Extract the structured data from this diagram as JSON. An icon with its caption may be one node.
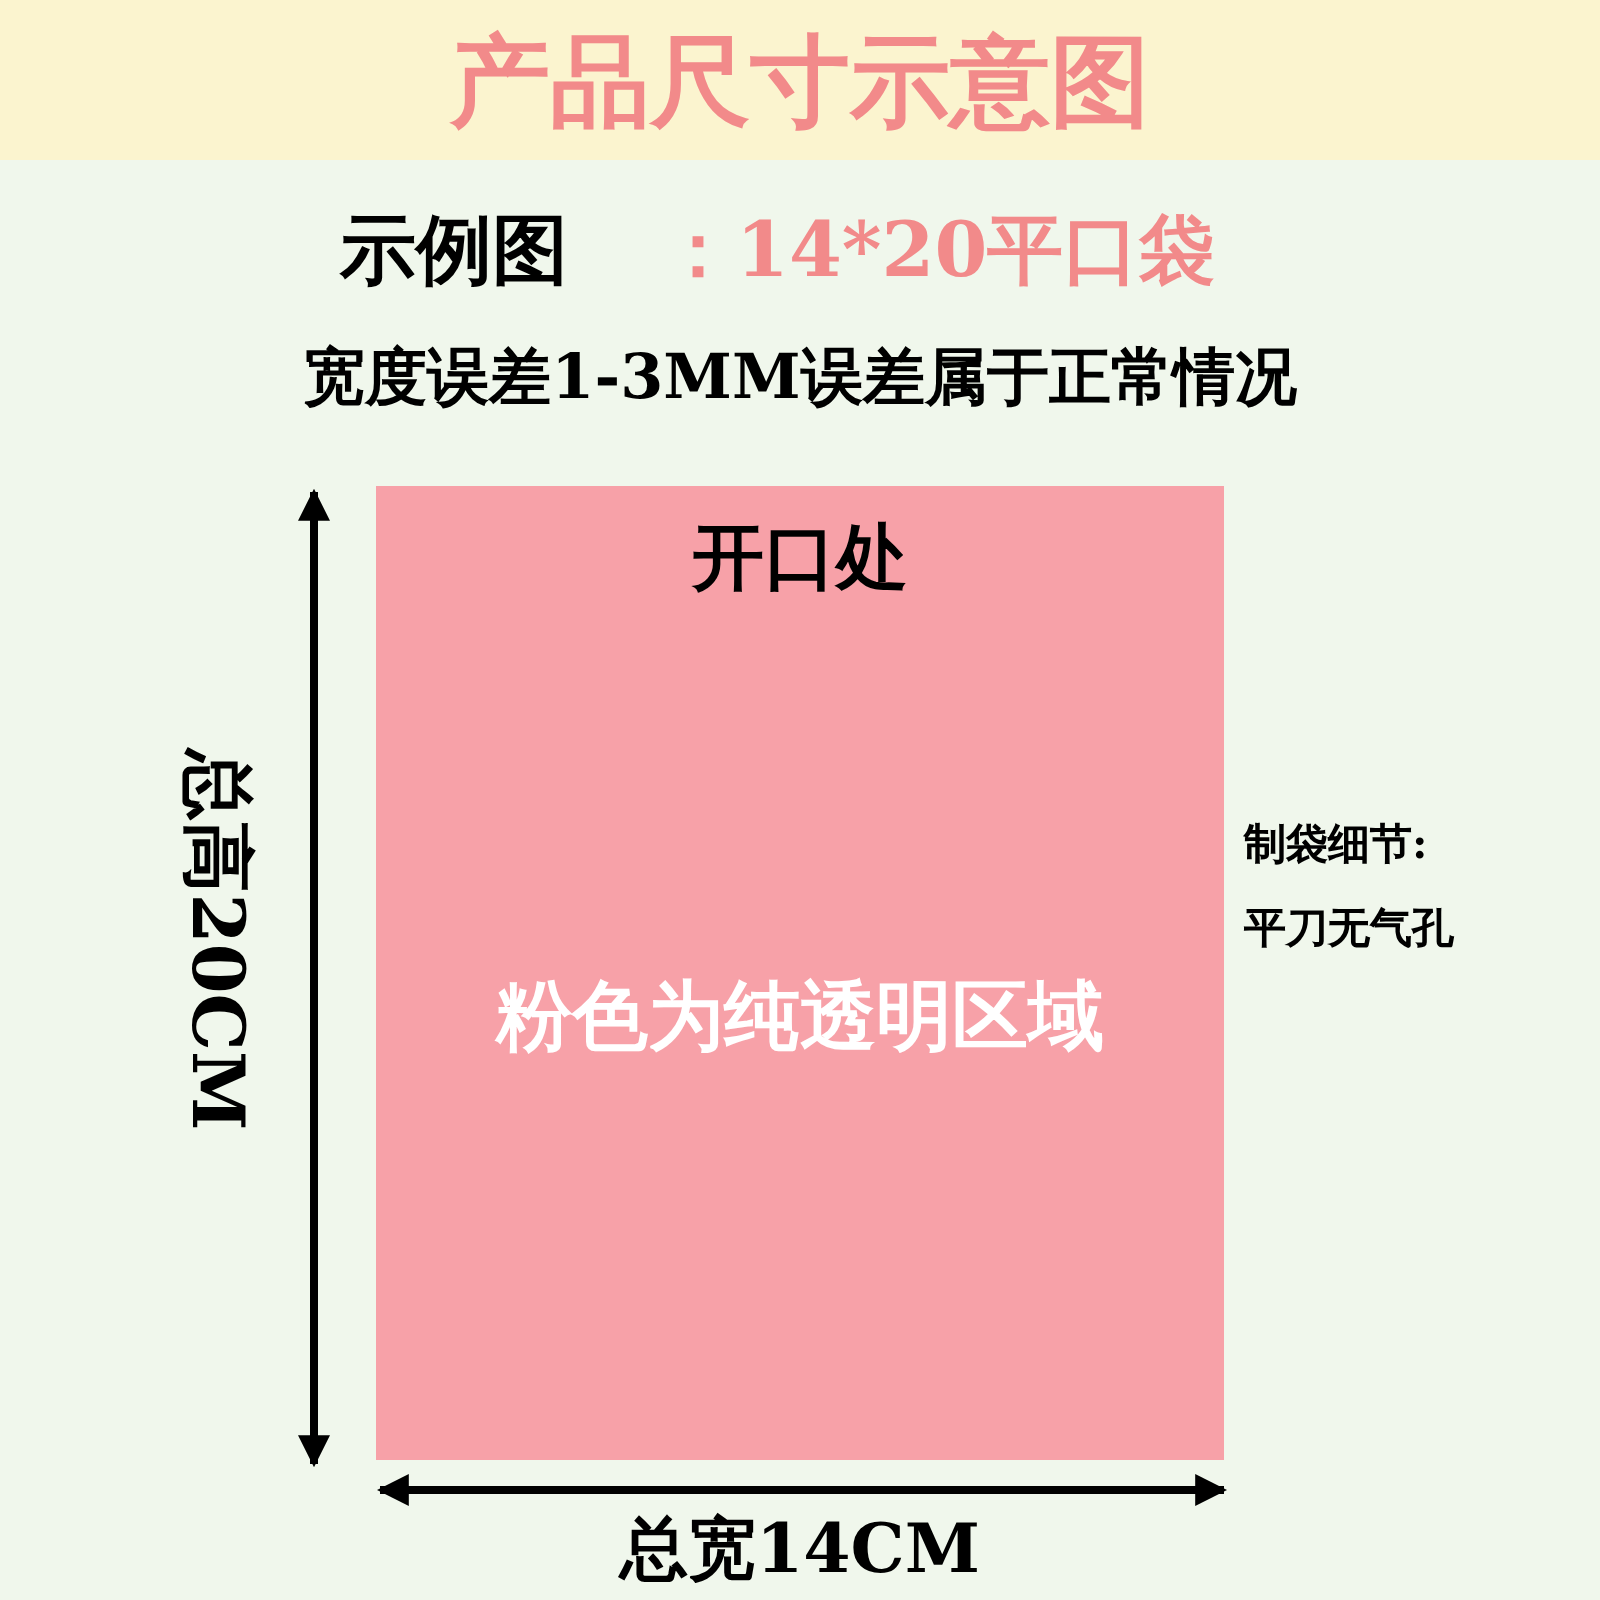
{
  "diagram": {
    "title": "产品尺寸示意图",
    "nodes": [
      {
        "text": [
          "开口处",
          "粉色为纯透明区域"
        ]
      }
    ],
    "labels": [
      "示例图",
      "：14*20平口袋",
      "宽度误差1-3MM误差属于正常情况",
      "总高20CM",
      "总宽14CM",
      "制袋细节:",
      "平刀无气孔"
    ]
  }
}
